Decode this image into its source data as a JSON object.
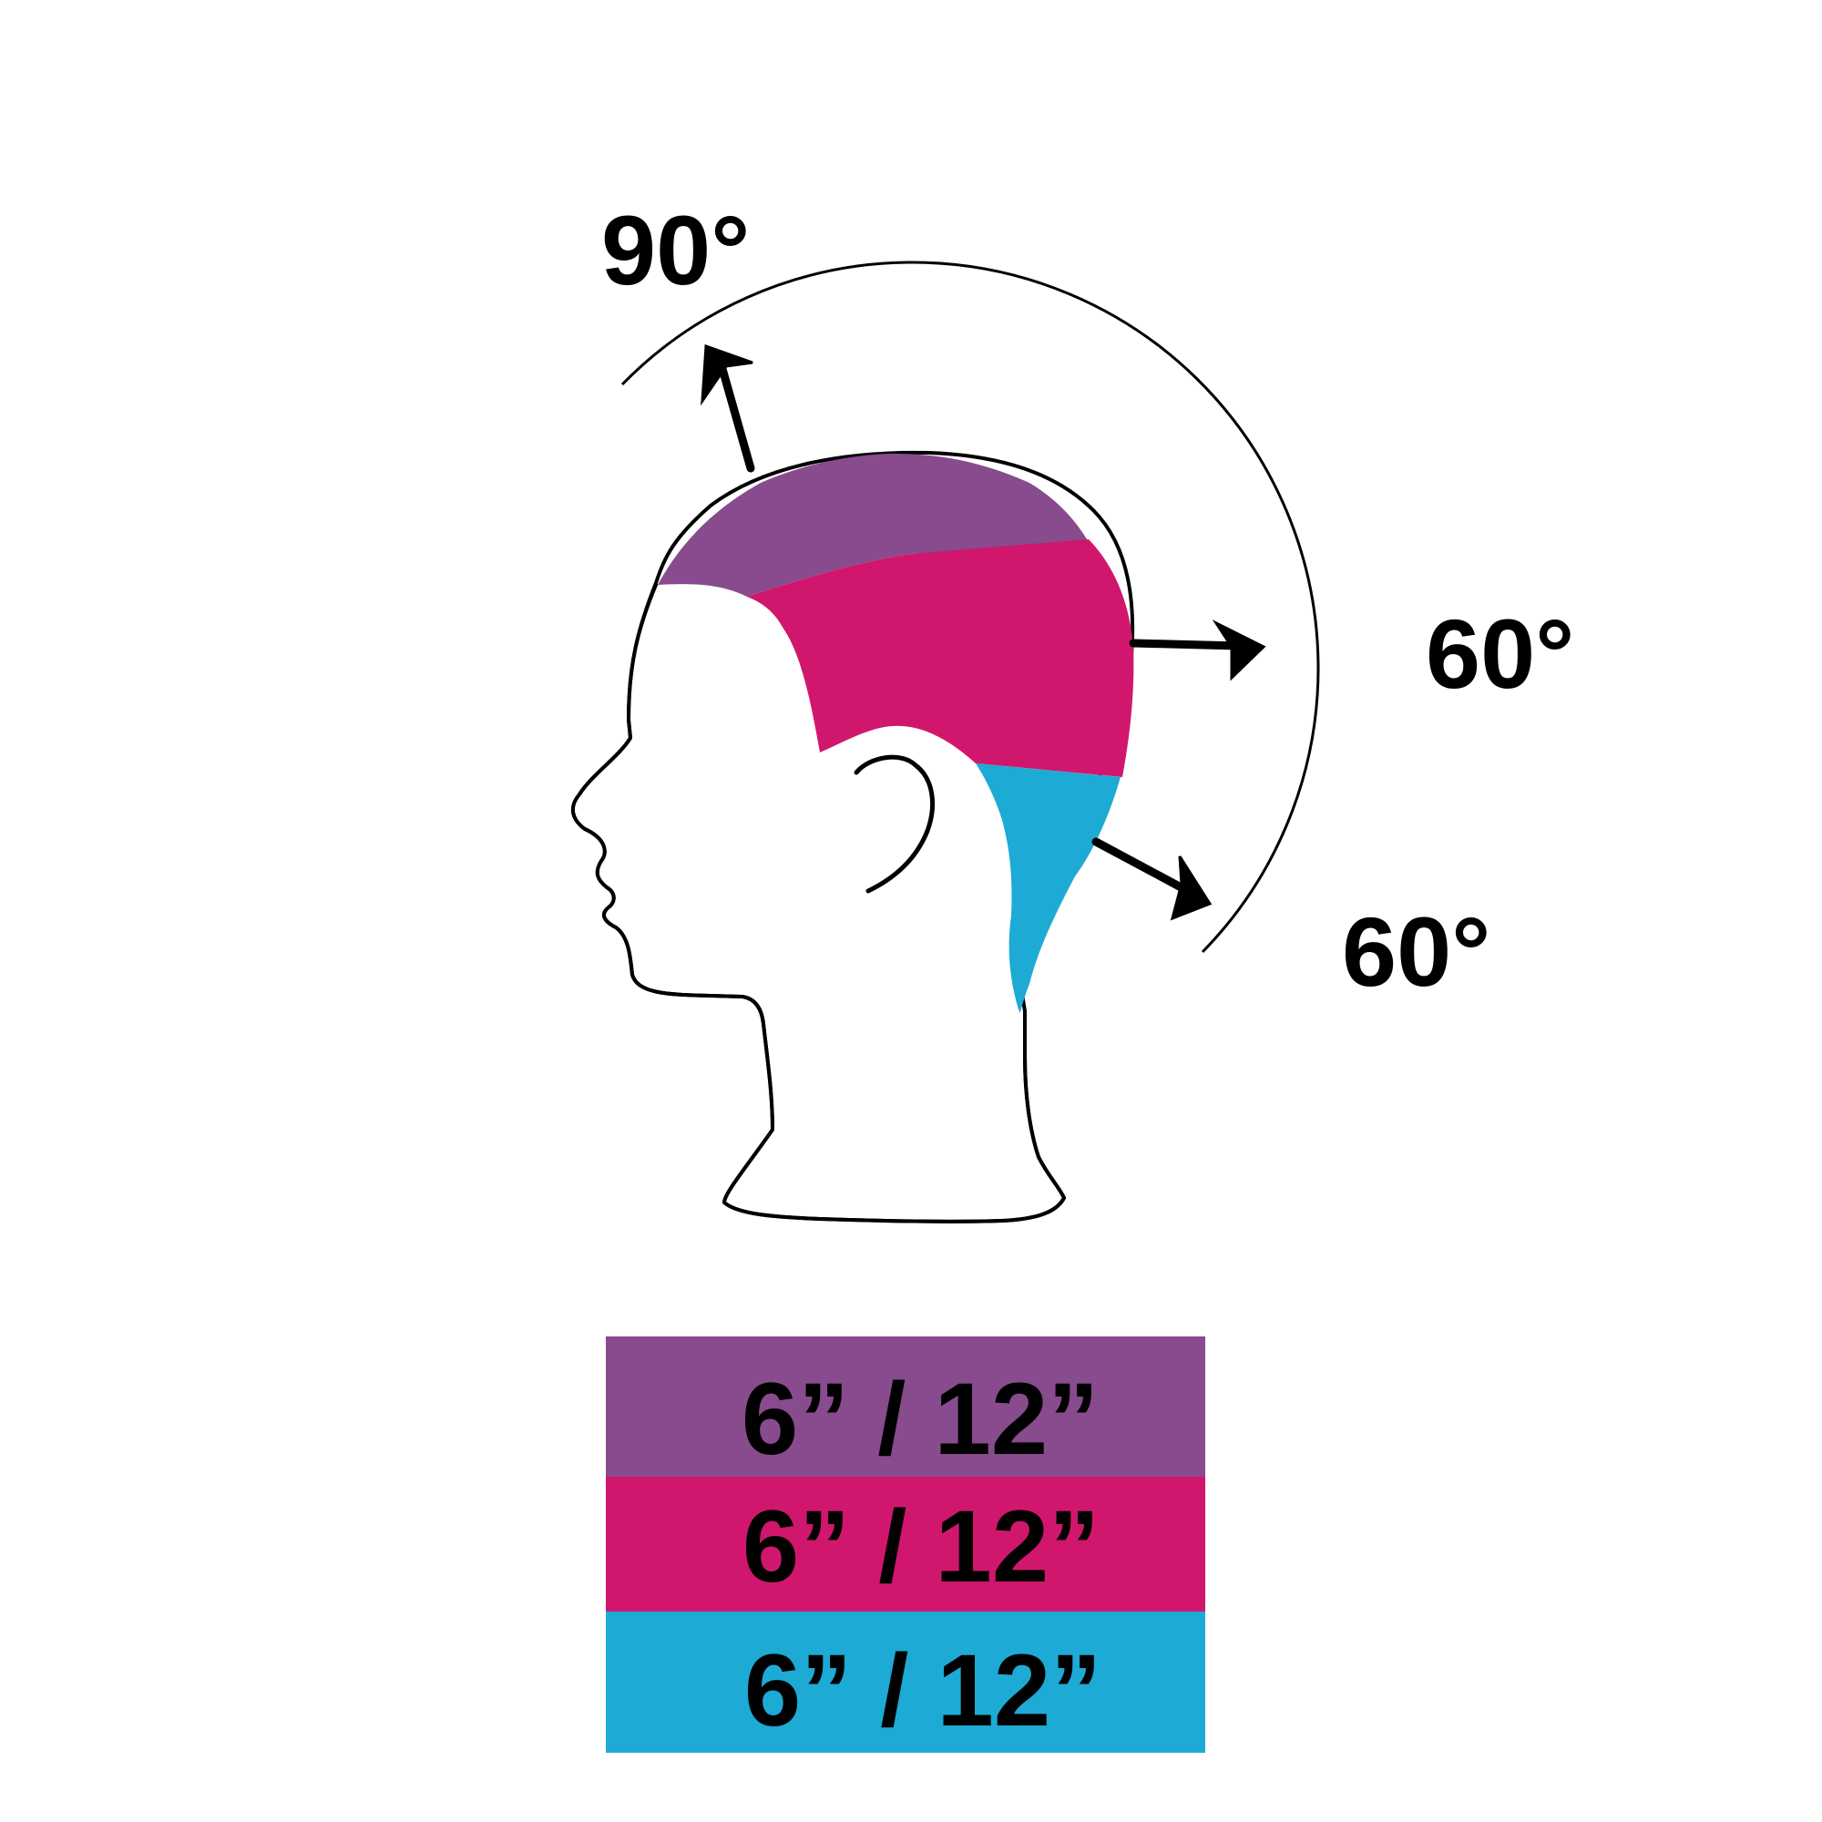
{
  "angles": {
    "top": "90°",
    "middle": "60°",
    "bottom": "60°"
  },
  "legend": [
    {
      "label": "6” / 12”",
      "color": "#874B8E"
    },
    {
      "label": "6” / 12”",
      "color": "#D0176D"
    },
    {
      "label": "6” / 12”",
      "color": "#1DAAD5"
    }
  ],
  "colors": {
    "top_section": "#874B8E",
    "middle_section": "#D0176D",
    "bottom_section": "#1DAAD5",
    "outline": "#000000"
  }
}
